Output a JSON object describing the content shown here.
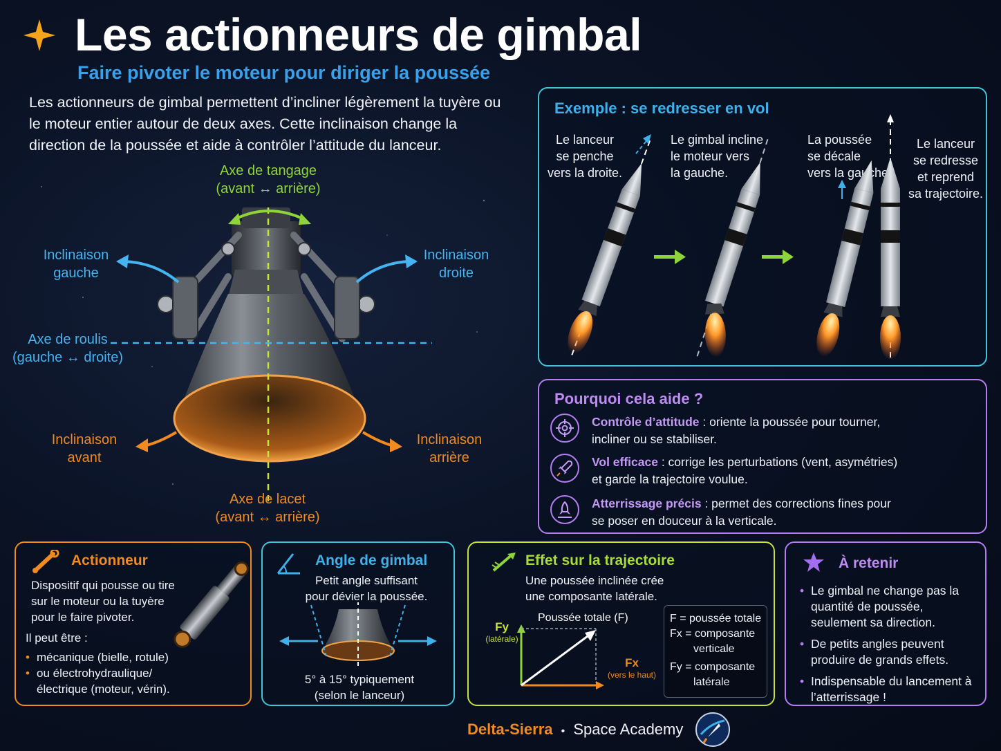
{
  "header": {
    "title": "Les actionneurs de gimbal",
    "subtitle": "Faire pivoter le moteur pour diriger la poussée",
    "intro": "Les actionneurs de gimbal permettent d’incliner légèrement la tuyère ou le moteur entier autour de deux axes. Cette inclinaison change la direction de la poussée et aide à contrôler l’attitude du lanceur."
  },
  "engine": {
    "pitch_axis": "Axe de tangage",
    "pitch_sub": "(avant ↔ arrière)",
    "tilt_left_1": "Inclinaison",
    "tilt_left_2": "gauche",
    "tilt_right_1": "Inclinaison",
    "tilt_right_2": "droite",
    "roll_axis": "Axe de roulis",
    "roll_sub": "(gauche ↔ droite)",
    "tilt_front_1": "Inclinaison",
    "tilt_front_2": "avant",
    "tilt_back_1": "Inclinaison",
    "tilt_back_2": "arrière",
    "yaw_axis": "Axe de lacet",
    "yaw_sub": "(avant ↔ arrière)"
  },
  "example": {
    "title": "Exemple : se redresser en vol",
    "steps": [
      [
        "Le lanceur",
        "se penche",
        "vers la droite."
      ],
      [
        "Le gimbal incline",
        "le moteur vers",
        "la gauche."
      ],
      [
        "La poussée",
        "se décale",
        "vers la gauche."
      ],
      [
        "Le lanceur",
        "se redresse",
        "et reprend",
        "sa trajectoire."
      ]
    ]
  },
  "why": {
    "title": "Pourquoi cela aide ?",
    "items": [
      {
        "label": "Contrôle d’attitude",
        "text": " : oriente la poussée pour tourner,",
        "text2": "incliner ou se stabiliser."
      },
      {
        "label": "Vol efficace",
        "text": " : corrige les perturbations (vent, asymétries)",
        "text2": "et garde la trajectoire voulue."
      },
      {
        "label": "Atterrissage précis",
        "text": " : permet des corrections fines pour",
        "text2": "se poser en douceur à la verticale."
      }
    ]
  },
  "actuator": {
    "title": "Actionneur",
    "desc": [
      "Dispositif qui pousse ou tire",
      "sur le moteur ou la tuyère",
      "pour le faire pivoter."
    ],
    "can_be": "Il peut être :",
    "types": [
      "mécanique (bielle, rotule)",
      "ou électrohydraulique/ électrique (moteur, vérin)."
    ]
  },
  "angle": {
    "title": "Angle de gimbal",
    "desc": [
      "Petit angle suffisant",
      "pour dévier la poussée."
    ],
    "range": "5° à 15° typiquement",
    "range_sub": "(selon le lanceur)"
  },
  "effect": {
    "title": "Effet sur la trajectoire",
    "desc": [
      "Une poussée inclinée crée",
      "une composante latérale."
    ],
    "total": "Poussée totale (F)",
    "fy": "Fy",
    "fy_sub": "(latérale)",
    "fx": "Fx",
    "fx_sub": "(vers le haut)",
    "legend": [
      "F = poussée totale",
      "Fx = composante",
      "verticale",
      "Fy = composante",
      "latérale"
    ]
  },
  "remember": {
    "title": "À retenir",
    "items": [
      "Le gimbal ne change pas la quantité de poussée, seulement sa direction.",
      "De petits angles peuvent produire de grands effets.",
      "Indispensable du lancement à l’atterrissage !"
    ]
  },
  "footer": {
    "brand": "Delta-Sierra",
    "sep": "•",
    "academy": "Space Academy"
  },
  "colors": {
    "green": "#8fd43a",
    "blue": "#45b4f0",
    "orange": "#f18a1f",
    "purple": "#b57ef0",
    "cyan": "#3fc4d8",
    "yellow": "#c9e23a"
  }
}
